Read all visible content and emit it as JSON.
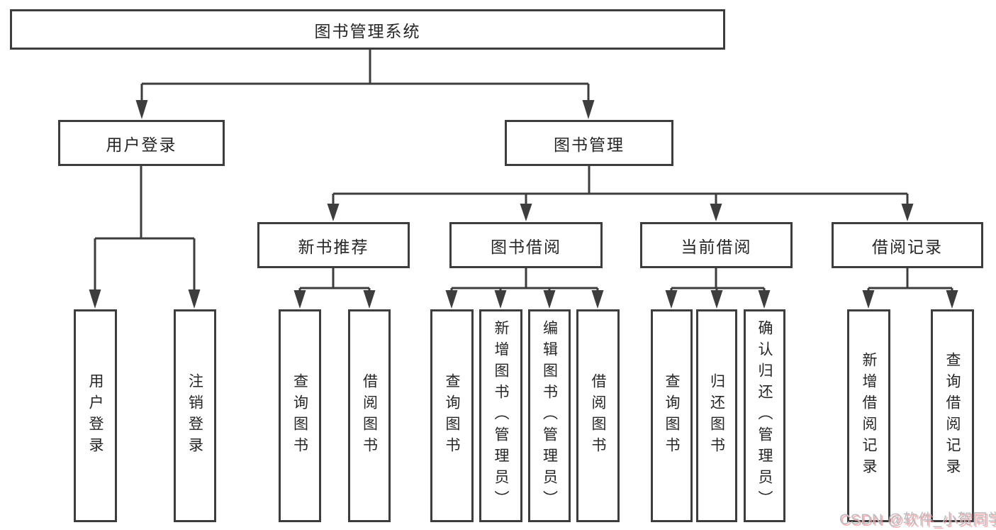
{
  "diagram": {
    "root": {
      "label": "图书管理系统"
    },
    "level2": [
      {
        "label": "用户登录"
      },
      {
        "label": "图书管理"
      }
    ],
    "level3": [
      {
        "label": "新书推荐",
        "parent": "图书管理"
      },
      {
        "label": "图书借阅",
        "parent": "图书管理"
      },
      {
        "label": "当前借阅",
        "parent": "图书管理"
      },
      {
        "label": "借阅记录",
        "parent": "图书管理"
      }
    ],
    "leaves": [
      {
        "label": "用户登录",
        "parent": "用户登录"
      },
      {
        "label": "注销登录",
        "parent": "用户登录"
      },
      {
        "label": "查询图书",
        "parent": "新书推荐"
      },
      {
        "label": "借阅图书",
        "parent": "新书推荐"
      },
      {
        "label": "查询图书",
        "parent": "图书借阅"
      },
      {
        "label": "新增图书（管理员）",
        "parent": "图书借阅"
      },
      {
        "label": "编辑图书（管理员）",
        "parent": "图书借阅"
      },
      {
        "label": "借阅图书",
        "parent": "图书借阅"
      },
      {
        "label": "查询图书",
        "parent": "当前借阅"
      },
      {
        "label": "归还图书",
        "parent": "当前借阅"
      },
      {
        "label": "确认归还（管理员）",
        "parent": "当前借阅"
      },
      {
        "label": "新增借阅记录",
        "parent": "借阅记录"
      },
      {
        "label": "查询借阅记录",
        "parent": "借阅记录"
      }
    ],
    "watermark": "CSDN @软件_小贺同学",
    "colors": {
      "line": "#3d3d3d",
      "text": "#262626",
      "background": "#ffffff",
      "watermark": "#b9bdc2",
      "watermark_shadow": "#fc9191"
    }
  }
}
